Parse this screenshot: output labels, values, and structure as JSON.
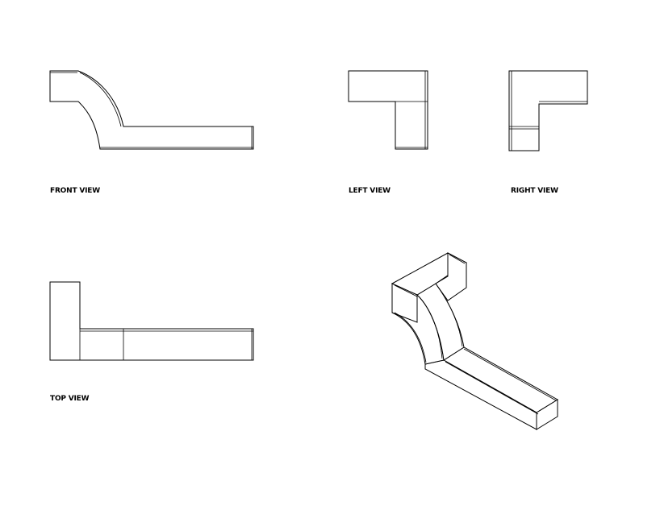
{
  "drawing": {
    "labels": {
      "front": "FRONT VIEW",
      "left": "LEFT VIEW",
      "right": "RIGHT VIEW",
      "top": "TOP VIEW"
    },
    "colors": {
      "line": "#000000",
      "paper": "#ffffff"
    }
  }
}
